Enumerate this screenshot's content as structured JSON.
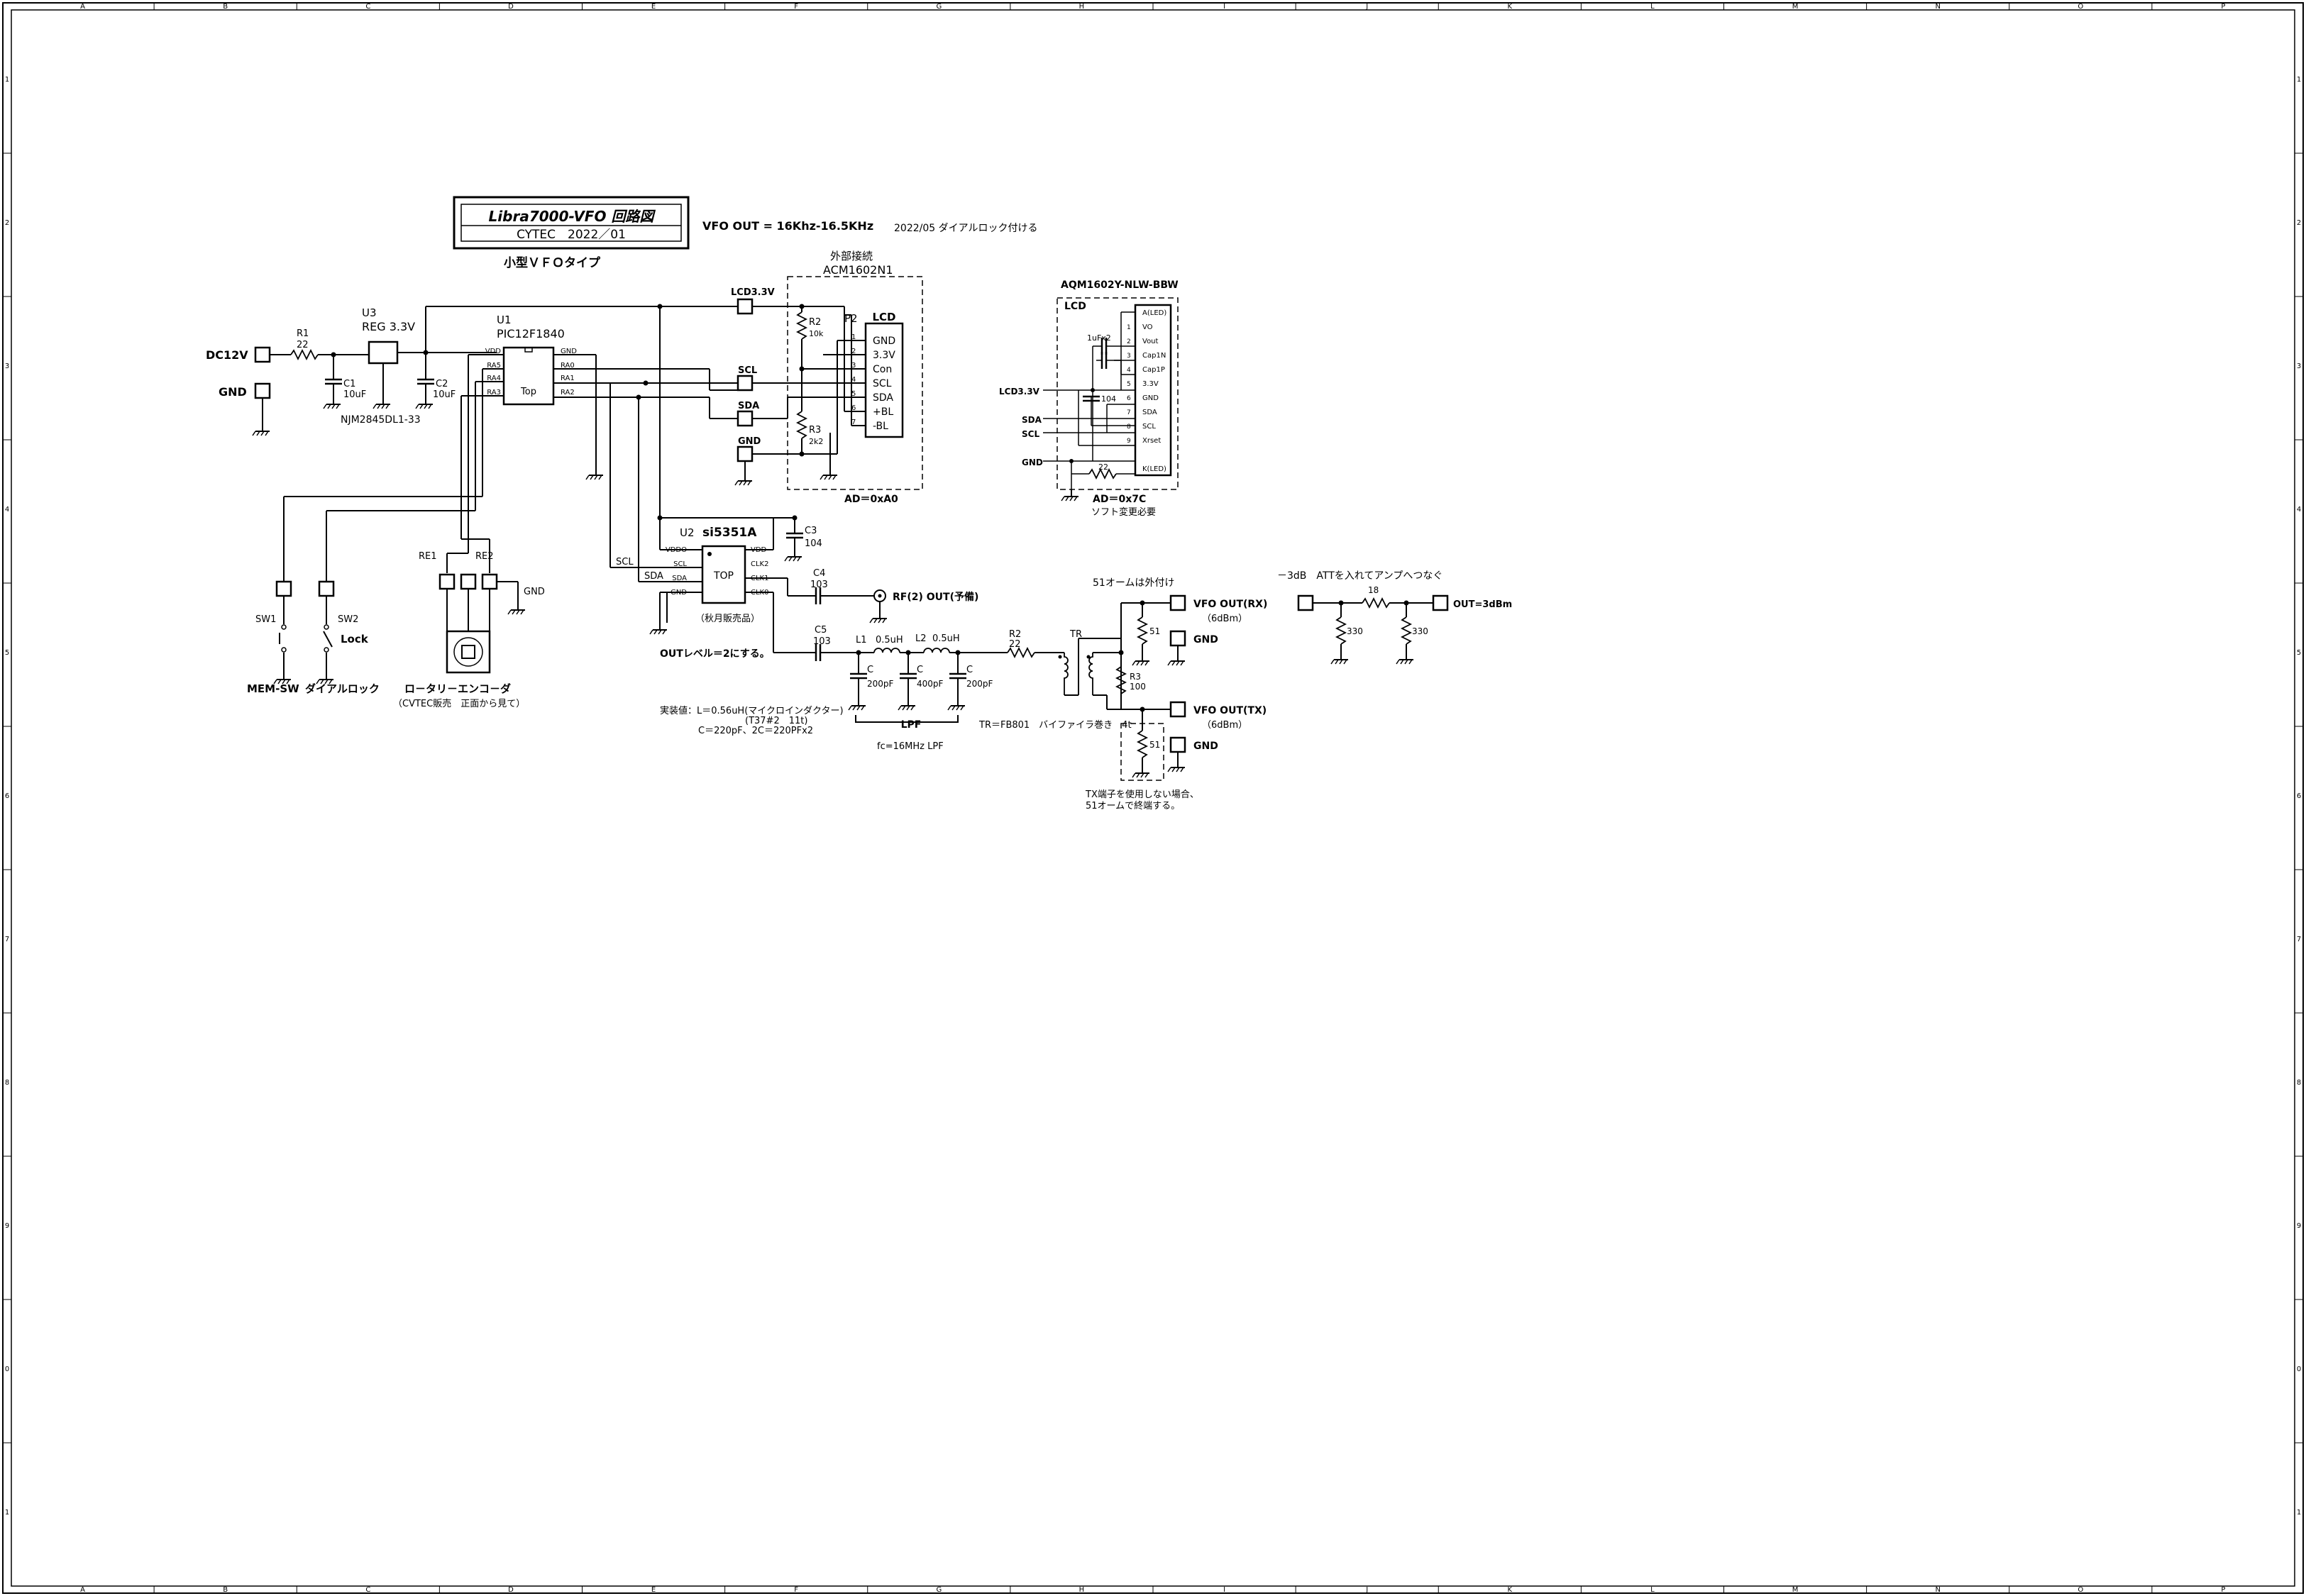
{
  "frame": {
    "cols": [
      "A",
      "B",
      "C",
      "D",
      "E",
      "F",
      "G",
      "H",
      "I",
      "J",
      "K",
      "L",
      "M",
      "N",
      "O",
      "P"
    ],
    "rows": [
      "1",
      "2",
      "3",
      "4",
      "5",
      "6",
      "7",
      "8",
      "9",
      "0",
      "1"
    ]
  },
  "title": {
    "main": "Libra7000-VFO 回路図",
    "sub": "CYTEC　2022／01",
    "type": "小型ＶＦＯタイプ"
  },
  "notes": {
    "vfo_out": "VFO OUT = 16Khz-16.5KHz",
    "dial_lock": "2022/05 ダイアルロック付ける",
    "out_level": "OUTレベル＝2にする。",
    "impl_1": "実装値：L＝0.56uH(マイクロインダクター)",
    "impl_2": "(T37#2　11t)",
    "impl_3": "C＝220pF、2C＝220PFx2",
    "tr_note": "TR＝FB801　バイファイラ巻き　4t",
    "lpf_fc": "fc=16MHz LPF",
    "ohm51_ext": "51オームは外付け",
    "att_note": "－3dB　ATTを入れてアンプへつなぐ",
    "tx_1": "TX端子を使用しない場合、",
    "tx_2": "51オームで終端する。"
  },
  "power": {
    "dc12v": "DC12V",
    "gnd": "GND",
    "r1_ref": "R1",
    "r1_val": "22",
    "c1_ref": "C1",
    "c1_val": "10uF",
    "u3_ref": "U3",
    "u3_name": "REG 3.3V",
    "u3_part": "NJM2845DL1-33",
    "c2_ref": "C2",
    "c2_val": "10uF"
  },
  "mcu": {
    "ref": "U1",
    "part": "PIC12F1840",
    "top": "Top",
    "pins_left": [
      "VDD",
      "RA5",
      "RA4",
      "RA3"
    ],
    "pins_right": [
      "GND",
      "RA0",
      "RA1",
      "RA2"
    ]
  },
  "lcd1": {
    "ext": "外部接続",
    "model": "ACM1602N1",
    "conn": "P2",
    "title": "LCD",
    "pins": [
      "GND",
      "3.3V",
      "Con",
      "SCL",
      "SDA",
      "+BL",
      "-BL"
    ],
    "pin_nums": [
      "1",
      "2",
      "3",
      "4",
      "5",
      "6",
      "7"
    ],
    "r2_ref": "R2",
    "r2_val": "10k",
    "r3_ref": "R3",
    "r3_val": "2k2",
    "lcd33": "LCD3.3V",
    "scl": "SCL",
    "sda": "SDA",
    "gnd": "GND",
    "addr": "AD＝0xA0"
  },
  "lcd2": {
    "model": "AQM1602Y-NLW-BBW",
    "title": "LCD",
    "pins": [
      "A(LED)",
      "VO",
      "Vout",
      "Cap1N",
      "Cap1P",
      "3.3V",
      "GND",
      "SDA",
      "SCL",
      "Xrset",
      "K(LED)"
    ],
    "pin_nums": [
      "",
      "1",
      "2",
      "3",
      "4",
      "5",
      "6",
      "7",
      "8",
      "9",
      ""
    ],
    "cap1": "1uFx2",
    "cap2": "104",
    "res": "22",
    "lcd33": "LCD3.3V",
    "sda": "SDA",
    "scl": "SCL",
    "gnd": "GND",
    "addr": "AD＝0x7C",
    "soft": "ソフト変更必要"
  },
  "synth": {
    "ref": "U2",
    "part": "si5351A",
    "top": "TOP",
    "pins_left": [
      "VDDO",
      "SCL",
      "SDA",
      "GND"
    ],
    "pins_right": [
      "VDD",
      "CLK2",
      "CLK1",
      "CLK0"
    ],
    "vendor": "（秋月販売品）",
    "c3_ref": "C3",
    "c3_val": "104",
    "c4_ref": "C4",
    "c4_val": "103",
    "rf2": "RF(2) OUT(予備)",
    "scl": "SCL",
    "sda": "SDA"
  },
  "switches": {
    "sw1": "SW1",
    "sw2": "SW2",
    "lock": "Lock",
    "mem_sw": "MEM-SW",
    "dial_lock": "ダイアルロック"
  },
  "encoder": {
    "re1": "RE1",
    "re2": "RE2",
    "gnd": "GND",
    "name": "ロ－タリ－エンコ－ダ",
    "vendor": "（CVTEC販売　正面から見て）"
  },
  "lpf": {
    "c5_ref": "C5",
    "c5_val": "103",
    "l1_ref": "L1",
    "l1_val": "0.5uH",
    "l2_ref": "L2",
    "l2_val": "0.5uH",
    "c_ref": "C",
    "c_vals": [
      "200pF",
      "400pF",
      "200pF"
    ],
    "label": "LPF",
    "r2_ref": "R2",
    "r2_val": "22"
  },
  "output": {
    "tr": "TR",
    "r51": "51",
    "r3_ref": "R3",
    "r3_val": "100",
    "rx_out": "VFO OUT(RX)",
    "tx_out": "VFO OUT(TX)",
    "dbm": "（6dBm）",
    "gnd": "GND"
  },
  "att": {
    "r_series": "18",
    "r_shunt": "330",
    "out": "OUT=3dBm"
  }
}
